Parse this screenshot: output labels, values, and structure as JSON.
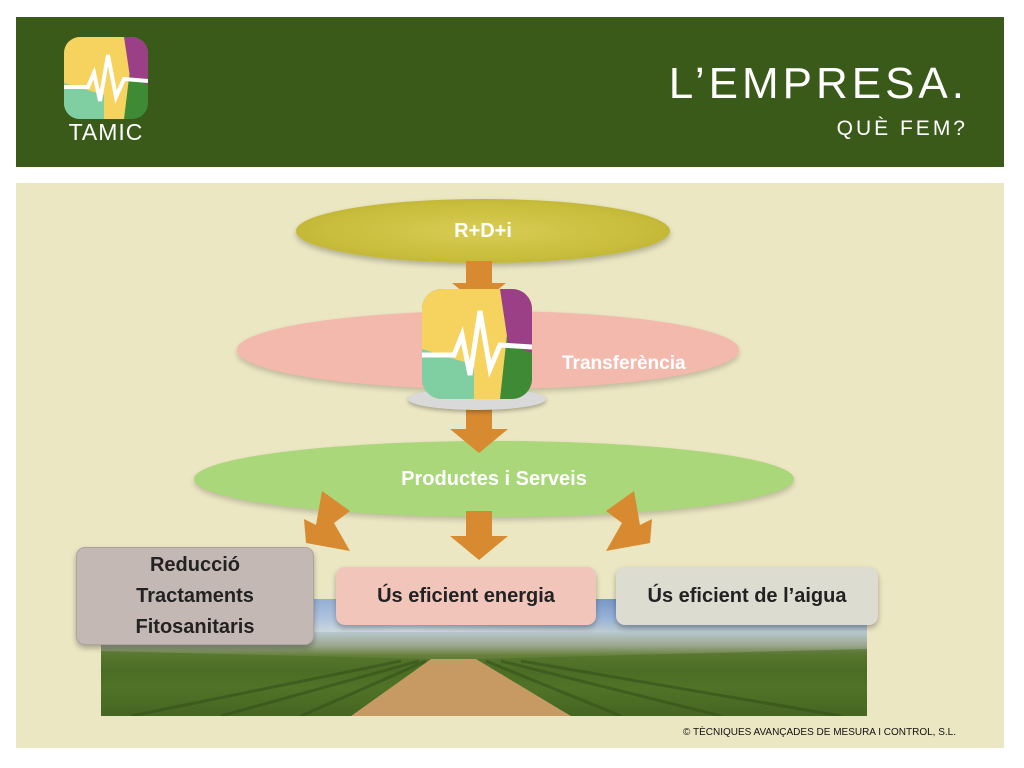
{
  "header": {
    "logo_text": "TAMIC",
    "title": "L’EMPRESA.",
    "subtitle": "QUÈ FEM?"
  },
  "diagram": {
    "top_ellipse": "R+D+i",
    "middle_ellipse": "Transferència",
    "lower_ellipse": "Productes i Serveis",
    "outcomes": [
      "Reducció Tractaments Fitosanitaris",
      "Ús eficient energia",
      "Ús eficient de l’aigua"
    ]
  },
  "colors": {
    "header_bg": "#3a5a19",
    "content_bg": "#ece7c3",
    "arrow": "#d78a2f",
    "logo_yellow": "#f6d35f",
    "logo_purple": "#9b3f86",
    "logo_mint": "#7fcfa2",
    "logo_green": "#3e8a35"
  },
  "footer": "© TÈCNIQUES AVANÇADES DE MESURA I CONTROL, S.L."
}
